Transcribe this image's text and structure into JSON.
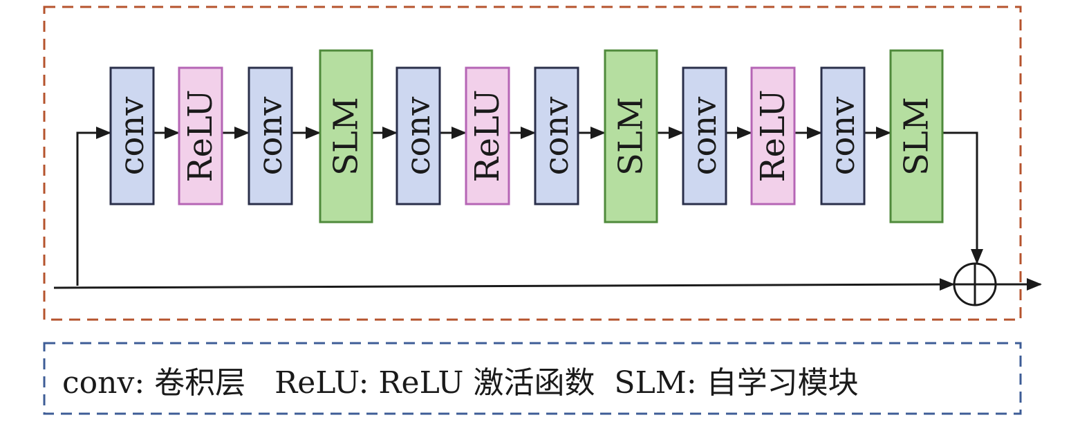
{
  "colors": {
    "conv_fill": "#cdd7f0",
    "conv_stroke": "#2a2f4a",
    "relu_fill": "#f2d0ea",
    "relu_stroke": "#b565b5",
    "slm_fill": "#b5dea0",
    "slm_stroke": "#4f8a3b",
    "outer_border": "#b5532d",
    "legend_border": "#3d5c96",
    "arrow": "#1a1a1a"
  },
  "blocks": [
    {
      "type": "conv",
      "label": "conv"
    },
    {
      "type": "relu",
      "label": "ReLU"
    },
    {
      "type": "conv",
      "label": "conv"
    },
    {
      "type": "slm",
      "label": "SLM"
    },
    {
      "type": "conv",
      "label": "conv"
    },
    {
      "type": "relu",
      "label": "ReLU"
    },
    {
      "type": "conv",
      "label": "conv"
    },
    {
      "type": "slm",
      "label": "SLM"
    },
    {
      "type": "conv",
      "label": "conv"
    },
    {
      "type": "relu",
      "label": "ReLU"
    },
    {
      "type": "conv",
      "label": "conv"
    },
    {
      "type": "slm",
      "label": "SLM"
    }
  ],
  "sum_node": {
    "icon": "circled-plus-icon"
  },
  "legend": {
    "text": "conv: 卷积层   ReLU: ReLU 激活函数  SLM: 自学习模块"
  }
}
